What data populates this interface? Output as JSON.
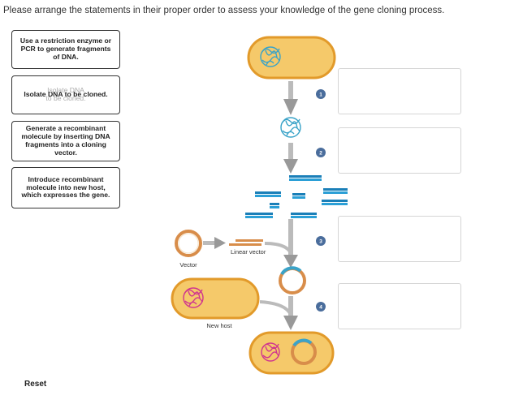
{
  "instruction": "Please arrange the statements in their proper order to assess your knowledge of the gene cloning process.",
  "cards": [
    {
      "text": "Use a restriction enzyme or PCR to generate fragments of DNA."
    },
    {
      "text": "Isolate DNA to be cloned."
    },
    {
      "text": "Generate a recombinant molecule by inserting DNA fragments into a cloning vector."
    },
    {
      "text": "Introduce recombinant molecule into new host, which expresses the gene."
    }
  ],
  "drag_ghost": {
    "text": "Isolate DNA to be cloned."
  },
  "steps": [
    "1",
    "2",
    "3",
    "4"
  ],
  "diagram_labels": {
    "linear_vector": "Linear vector",
    "vector": "Vector",
    "new_host": "New host"
  },
  "reset_label": "Reset",
  "colors": {
    "cell_fill": "#f5c96a",
    "cell_border": "#e29a2a",
    "dna_blue": "#3aa3c8",
    "fragment_blue": "#1a7fb8",
    "step_circle": "#4a6d9c",
    "vector_orange": "#d88d4a",
    "host_dna_pink": "#d0358f"
  }
}
